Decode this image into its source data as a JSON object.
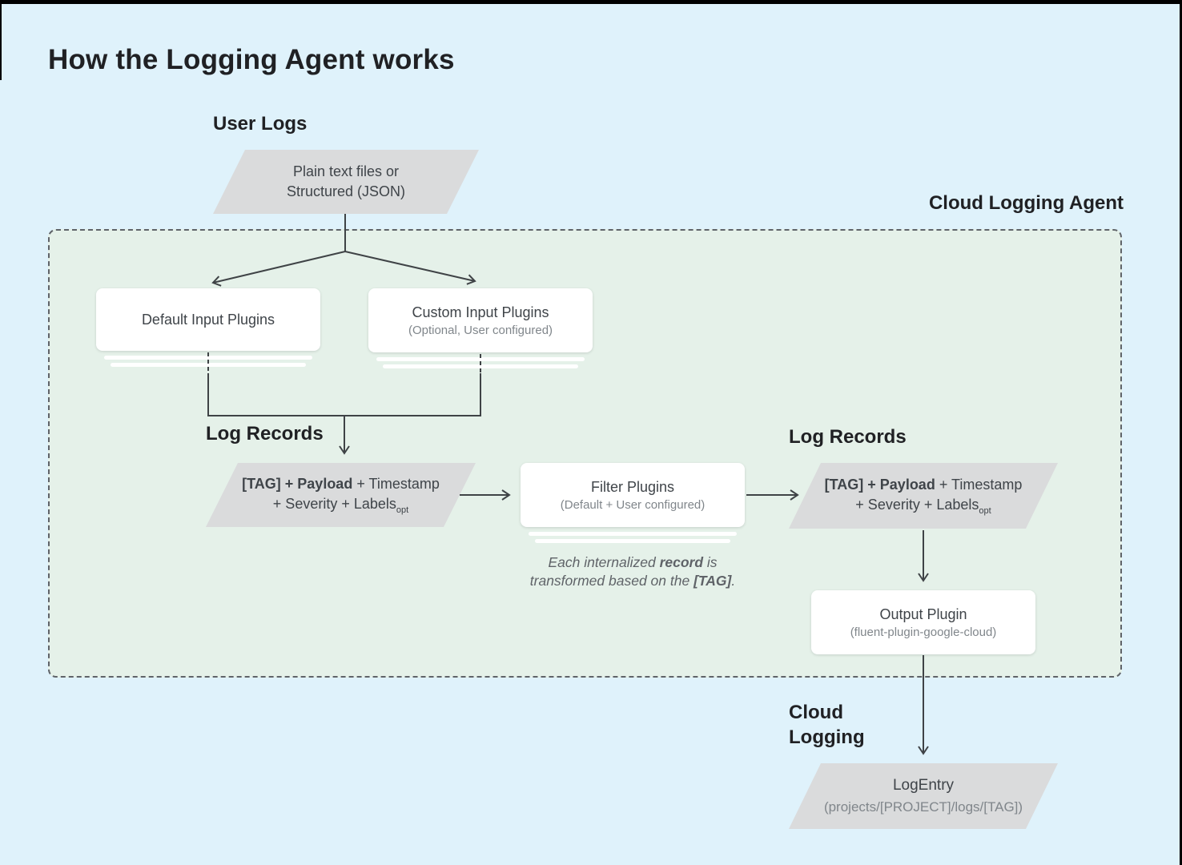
{
  "colors": {
    "page-bg": "#dff2fb",
    "agent-bg": "#e5f1e9",
    "agent-border": "#5f6368",
    "shape-gray": "#dadbdc",
    "shape-white": "#ffffff",
    "line": "#3f4346",
    "heading": "#202124",
    "body": "#3f4449",
    "muted": "#80868b",
    "note": "#5f6368",
    "frame": "#000000"
  },
  "title": "How the Logging Agent works",
  "labels": {
    "user_logs": "User Logs",
    "agent": "Cloud Logging Agent",
    "log_records_left": "Log Records",
    "log_records_right": "Log Records",
    "cloud_logging_l1": "Cloud",
    "cloud_logging_l2": "Logging"
  },
  "nodes": {
    "user_logs_input": {
      "line1": "Plain text files or",
      "line2": "Structured (JSON)"
    },
    "default_input": {
      "title": "Default Input Plugins"
    },
    "custom_input": {
      "title": "Custom Input Plugins",
      "subtitle": "(Optional, User configured)"
    },
    "log_record_left": {
      "line1_bold": "[TAG] + Payload",
      "line1_rest": " + Timestamp",
      "line2": "+ Severity + Labels",
      "line2_sub": "opt"
    },
    "filter_plugins": {
      "title": "Filter Plugins",
      "subtitle": "(Default + User configured)"
    },
    "log_record_right": {
      "line1_bold": "[TAG] + Payload",
      "line1_rest": " + Timestamp",
      "line2": "+ Severity + Labels",
      "line2_sub": "opt"
    },
    "output_plugin": {
      "title": "Output Plugin",
      "subtitle": "(fluent-plugin-google-cloud)"
    },
    "log_entry": {
      "title": "LogEntry",
      "subtitle": "(projects/[PROJECT]/logs/[TAG])"
    }
  },
  "note": {
    "line1_pre": "Each internalized ",
    "line1_bold": "record",
    "line1_post": " is",
    "line2_pre": "transformed based on the ",
    "line2_bold": "[TAG]",
    "line2_post": "."
  }
}
